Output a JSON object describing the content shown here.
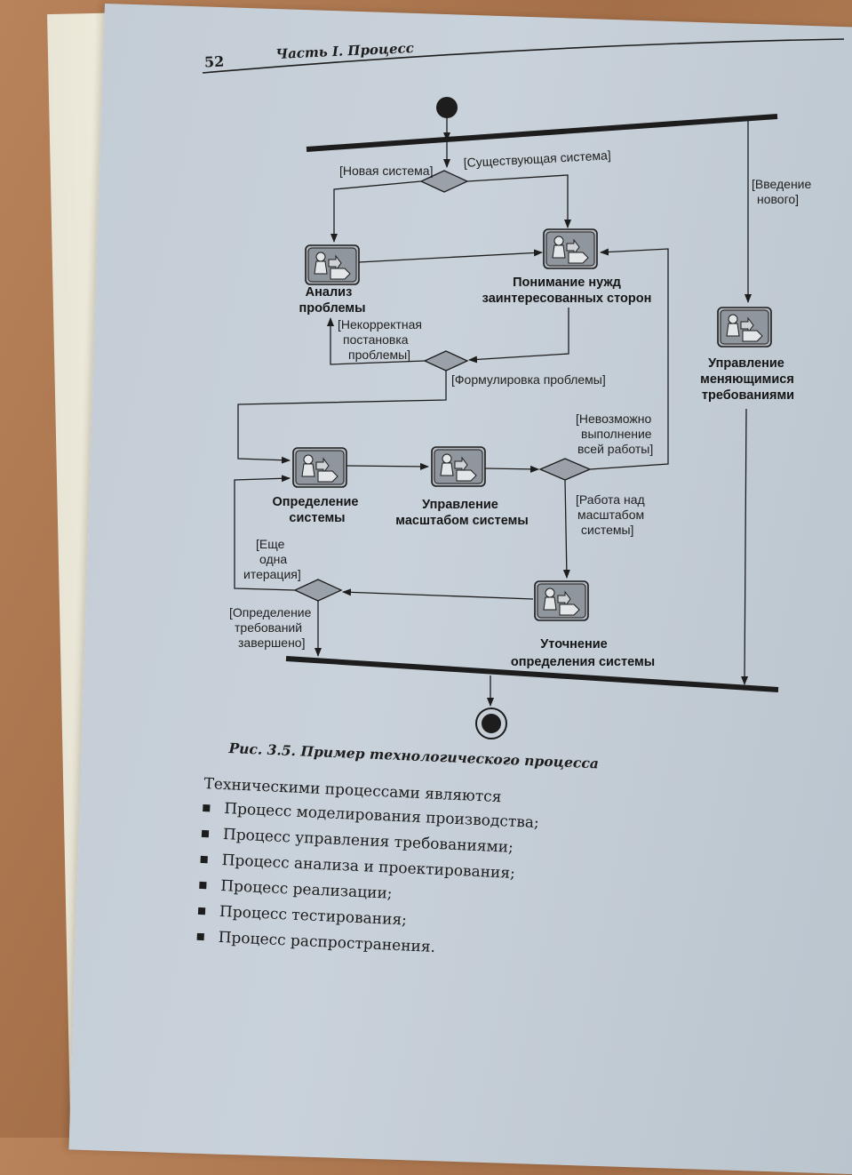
{
  "header": {
    "page_number": "52",
    "part_title": "Часть I. Процесс"
  },
  "diagram": {
    "activities": [
      {
        "id": "analysis",
        "label_lines": [
          "Анализ",
          "проблемы"
        ]
      },
      {
        "id": "understanding",
        "label_lines": [
          "Понимание нужд",
          "заинтересованных сторон"
        ]
      },
      {
        "id": "changing",
        "label_lines": [
          "Управление",
          "меняющимися",
          "требованиями"
        ]
      },
      {
        "id": "definition",
        "label_lines": [
          "Определение",
          "системы"
        ]
      },
      {
        "id": "scope",
        "label_lines": [
          "Управление",
          "масштабом системы"
        ]
      },
      {
        "id": "refinement",
        "label_lines": [
          "Уточнение",
          "определения системы"
        ]
      }
    ],
    "guards": {
      "new_system": "[Новая система]",
      "existing_system": "[Существующая система]",
      "introducing_new": [
        "[Введение",
        "нового]"
      ],
      "incorrect_statement": [
        "[Некорректная",
        "постановка",
        "проблемы]"
      ],
      "problem_statement": "[Формулировка проблемы]",
      "impossible_work": [
        "[Невозможно",
        "выполнение",
        "всей работы]"
      ],
      "work_on_scope": [
        "[Работа над",
        "масштабом",
        "системы]"
      ],
      "another_iteration": [
        "[Еще",
        "одна",
        "итерация]"
      ],
      "requirements_done": [
        "[Определение",
        "требований",
        "завершено]"
      ]
    }
  },
  "caption": "Рис. 3.5. Пример технологического процесса",
  "body": {
    "intro": "Техническими процессами являются",
    "bullets": [
      "Процесс моделирования производства;",
      "Процесс управления требованиями;",
      "Процесс анализа и проектирования;",
      "Процесс реализации;",
      "Процесс тестирования;",
      "Процесс распространения."
    ]
  },
  "colors": {
    "page_paper": "#c6cfd7",
    "ink": "#1d1d1d",
    "icon_fill": "#8f969d",
    "desk_wood": "#b07a52"
  }
}
